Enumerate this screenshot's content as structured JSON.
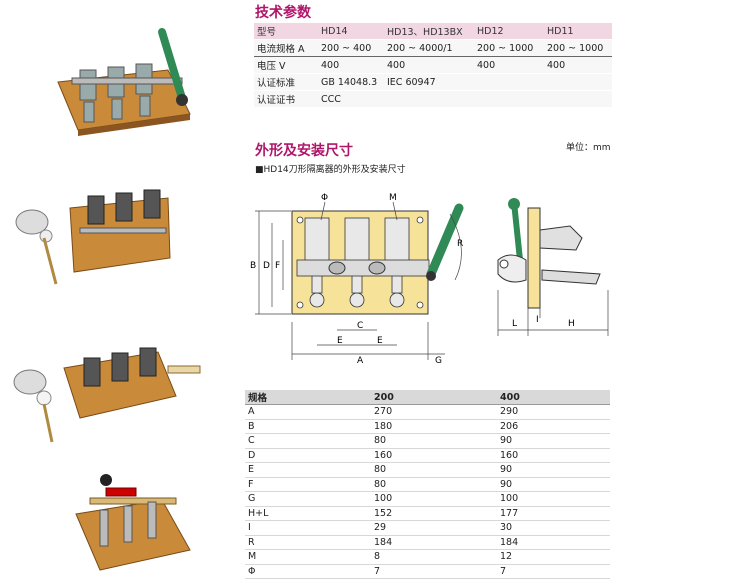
{
  "specs": {
    "title": "技术参数",
    "rows": [
      [
        "型号",
        "HD14",
        "HD13、HD13BX",
        "HD12",
        "HD11"
      ],
      [
        "电流规格 A",
        "200 ~ 400",
        "200 ~ 4000/1",
        "200 ~ 1000",
        "200 ~ 1000"
      ],
      [
        "电压 V",
        "400",
        "400",
        "400",
        "400"
      ],
      [
        "认证标准",
        "GB 14048.3",
        "IEC 60947",
        "",
        ""
      ],
      [
        "认证证书",
        "CCC",
        "",
        "",
        ""
      ]
    ]
  },
  "dimensions": {
    "title": "外形及安装尺寸",
    "unit_label": "单位：mm",
    "subtitle": "■HD14刀形隔离器的外形及安装尺寸",
    "drawing_labels": {
      "phi": "Φ",
      "M": "M",
      "B": "B",
      "D": "D",
      "F": "F",
      "C": "C",
      "E": "E",
      "A": "A",
      "G": "G",
      "R": "R",
      "L": "L",
      "I": "I",
      "H": "H"
    }
  },
  "table": {
    "header": [
      "规格",
      "200",
      "400"
    ],
    "rows": [
      [
        "A",
        "270",
        "290"
      ],
      [
        "B",
        "180",
        "206"
      ],
      [
        "C",
        "80",
        "90"
      ],
      [
        "D",
        "160",
        "160"
      ],
      [
        "E",
        "80",
        "90"
      ],
      [
        "F",
        "80",
        "90"
      ],
      [
        "G",
        "100",
        "100"
      ],
      [
        "H+L",
        "152",
        "177"
      ],
      [
        "I",
        "29",
        "30"
      ],
      [
        "R",
        "184",
        "184"
      ],
      [
        "M",
        "8",
        "12"
      ],
      [
        "Φ",
        "7",
        "7"
      ]
    ]
  },
  "colors": {
    "accent": "#b0156a",
    "wood": "#c98a3a",
    "green_handle": "#2f8a55"
  }
}
